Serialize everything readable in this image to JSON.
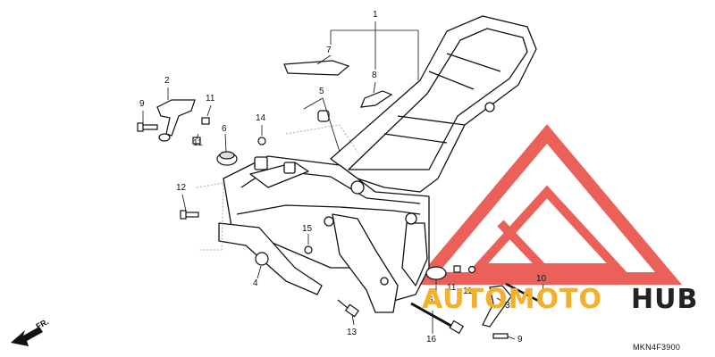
{
  "diagram_code": "MKN4F3900",
  "front_indicator": "FR.",
  "watermark": {
    "part1": "AUTOMOTO",
    "part2": "HUB",
    "accent_color": "#e8453c",
    "text_color": "#f2b02d"
  },
  "callouts": {
    "c1": "1",
    "c2": "2",
    "c3": "3",
    "c4": "4",
    "c5": "5",
    "c6": "6",
    "c7": "7",
    "c8": "8",
    "c9a": "9",
    "c9b": "9",
    "c10": "10",
    "c11a": "11",
    "c11b": "11",
    "c11c": "11",
    "c11d": "11",
    "c12": "12",
    "c13": "13",
    "c14": "14",
    "c15": "15",
    "c16": "16"
  }
}
